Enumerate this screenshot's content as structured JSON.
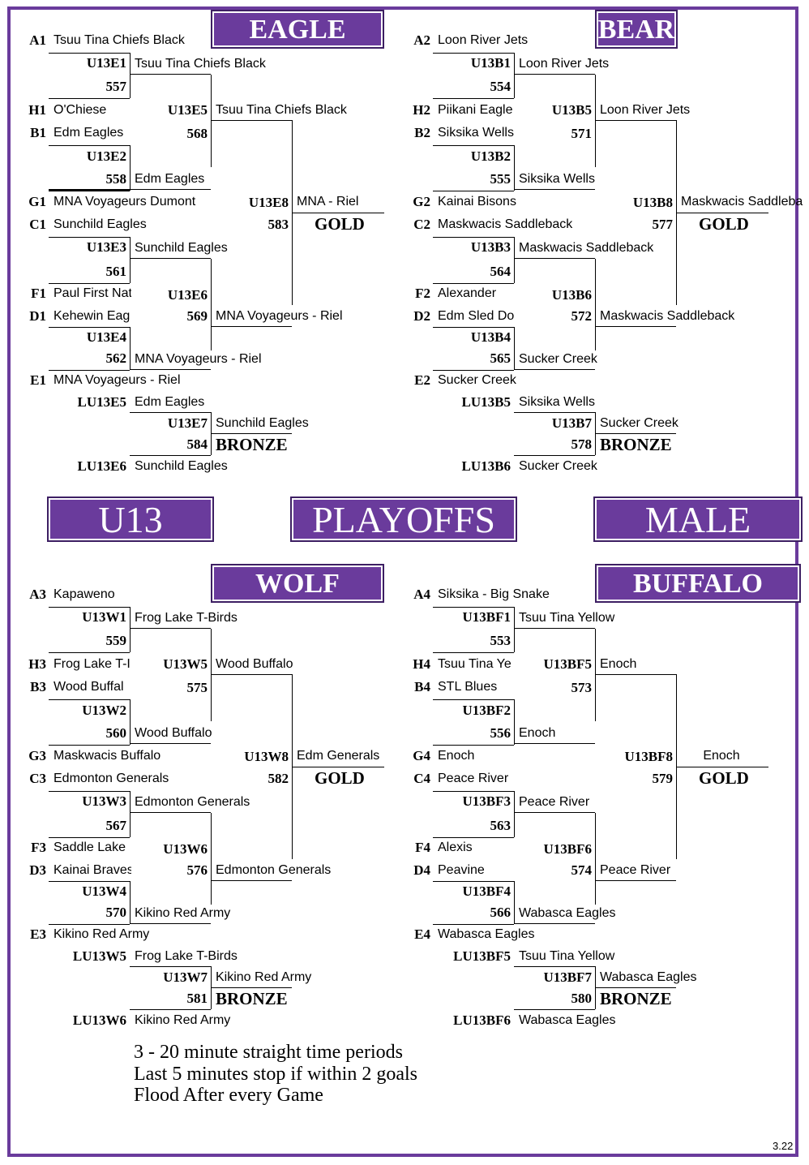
{
  "titles": {
    "left": "U13",
    "center": "PLAYOFFS",
    "right": "MALE"
  },
  "brackets": [
    {
      "name": "EAGLE",
      "seeds": [
        "A1",
        "H1",
        "B1",
        "G1",
        "C1",
        "F1",
        "D1",
        "E1"
      ],
      "teams": [
        "Tsuu Tina Chiefs Black",
        "O'Chiese",
        "Edm Eagles",
        "MNA Voyageurs Dumont",
        "Sunchild Eagles",
        "Paul First Nat",
        "Kehewin Eag",
        "MNA Voyageurs - Riel"
      ],
      "qf": [
        {
          "id": "U13E1",
          "num": "557",
          "winner": "Tsuu Tina Chiefs Black"
        },
        {
          "id": "U13E2",
          "num": "558",
          "winner": "Edm Eagles"
        },
        {
          "id": "U13E3",
          "num": "561",
          "winner": "Sunchild Eagles"
        },
        {
          "id": "U13E4",
          "num": "562",
          "winner": "MNA Voyageurs - Riel"
        }
      ],
      "sf": [
        {
          "id": "U13E5",
          "num": "568",
          "winner": "Tsuu Tina Chiefs Black"
        },
        {
          "id": "U13E6",
          "num": "569",
          "winner": "MNA Voyageurs - Riel"
        }
      ],
      "final": {
        "id": "U13E8",
        "num": "583",
        "winner": "MNA - Riel",
        "medal": "GOLD"
      },
      "bronze": {
        "l1": "LU13E5",
        "t1": "Edm Eagles",
        "id": "U13E7",
        "num": "584",
        "winner": "Sunchild Eagles",
        "medal": "BRONZE",
        "l2": "LU13E6",
        "t2": "Sunchild Eagles"
      }
    },
    {
      "name": "BEAR",
      "seeds": [
        "A2",
        "H2",
        "B2",
        "G2",
        "C2",
        "F2",
        "D2",
        "E2"
      ],
      "teams": [
        "Loon River Jets",
        "Piikani Eagle",
        "Siksika Wells",
        "Kainai Bisons",
        "Maskwacis Saddleback",
        "Alexander",
        "Edm Sled Do",
        "Sucker Creek"
      ],
      "qf": [
        {
          "id": "U13B1",
          "num": "554",
          "winner": "Loon River Jets"
        },
        {
          "id": "U13B2",
          "num": "555",
          "winner": "Siksika Wells"
        },
        {
          "id": "U13B3",
          "num": "564",
          "winner": "Maskwacis Saddleback"
        },
        {
          "id": "U13B4",
          "num": "565",
          "winner": "Sucker Creek"
        }
      ],
      "sf": [
        {
          "id": "U13B5",
          "num": "571",
          "winner": "Loon River Jets"
        },
        {
          "id": "U13B6",
          "num": "572",
          "winner": "Maskwacis Saddleback"
        }
      ],
      "final": {
        "id": "U13B8",
        "num": "577",
        "winner": "Maskwacis Saddleba",
        "medal": "GOLD"
      },
      "bronze": {
        "l1": "LU13B5",
        "t1": "Siksika Wells",
        "id": "U13B7",
        "num": "578",
        "winner": "Sucker Creek",
        "medal": "BRONZE",
        "l2": "LU13B6",
        "t2": "Sucker Creek"
      }
    },
    {
      "name": "WOLF",
      "seeds": [
        "A3",
        "H3",
        "B3",
        "G3",
        "C3",
        "F3",
        "D3",
        "E3"
      ],
      "teams": [
        "Kapaweno",
        "Frog Lake T-I",
        "Wood Buffal",
        "Maskwacis Buffalo",
        "Edmonton Generals",
        "Saddle Lake",
        "Kainai Braves",
        "Kikino Red Army"
      ],
      "qf": [
        {
          "id": "U13W1",
          "num": "559",
          "winner": "Frog Lake T-Birds"
        },
        {
          "id": "U13W2",
          "num": "560",
          "winner": "Wood Buffalo"
        },
        {
          "id": "U13W3",
          "num": "567",
          "winner": "Edmonton Generals"
        },
        {
          "id": "U13W4",
          "num": "570",
          "winner": "Kikino Red Army"
        }
      ],
      "sf": [
        {
          "id": "U13W5",
          "num": "575",
          "winner": "Wood Buffalo"
        },
        {
          "id": "U13W6",
          "num": "576",
          "winner": "Edmonton Generals"
        }
      ],
      "final": {
        "id": "U13W8",
        "num": "582",
        "winner": "Edm Generals",
        "medal": "GOLD"
      },
      "bronze": {
        "l1": "LU13W5",
        "t1": "Frog Lake T-Birds",
        "id": "U13W7",
        "num": "581",
        "winner": "Kikino Red Army",
        "medal": "BRONZE",
        "l2": "LU13W6",
        "t2": "Kikino Red Army"
      }
    },
    {
      "name": "BUFFALO",
      "seeds": [
        "A4",
        "H4",
        "B4",
        "G4",
        "C4",
        "F4",
        "D4",
        "E4"
      ],
      "teams": [
        "Siksika - Big Snake",
        "Tsuu Tina Ye",
        "STL Blues",
        "Enoch",
        "Peace River",
        "Alexis",
        "Peavine",
        "Wabasca Eagles"
      ],
      "qf": [
        {
          "id": "U13BF1",
          "num": "553",
          "winner": "Tsuu Tina Yellow"
        },
        {
          "id": "U13BF2",
          "num": "556",
          "winner": "Enoch"
        },
        {
          "id": "U13BF3",
          "num": "563",
          "winner": "Peace River"
        },
        {
          "id": "U13BF4",
          "num": "566",
          "winner": "Wabasca Eagles"
        }
      ],
      "sf": [
        {
          "id": "U13BF5",
          "num": "573",
          "winner": "Enoch"
        },
        {
          "id": "U13BF6",
          "num": "574",
          "winner": "Peace River"
        }
      ],
      "final": {
        "id": "U13BF8",
        "num": "579",
        "winner": "Enoch",
        "medal": "GOLD"
      },
      "bronze": {
        "l1": "LU13BF5",
        "t1": "Tsuu Tina Yellow",
        "id": "U13BF7",
        "num": "580",
        "winner": "Wabasca Eagles",
        "medal": "BRONZE",
        "l2": "LU13BF6",
        "t2": "Wabasca Eagles"
      }
    }
  ],
  "notes": [
    "3 - 20 minute straight time periods",
    "Last 5 minutes stop if within 2 goals",
    "Flood After every Game"
  ],
  "version": "3.22",
  "colors": {
    "banner": "#6a3b9c",
    "frame": "#6a3b9c"
  }
}
